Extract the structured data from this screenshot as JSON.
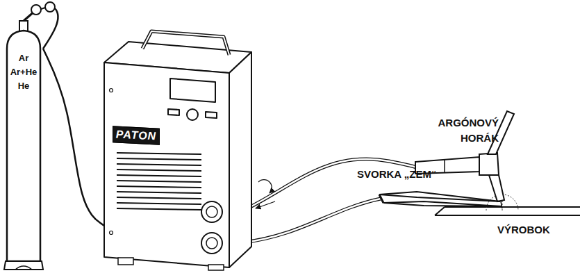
{
  "diagram": {
    "nodes": [
      {
        "text": [
          "Ar",
          "Ar+He",
          "He"
        ]
      },
      {
        "text": [
          "PATON"
        ]
      }
    ],
    "edges": [
      {
        "from": 0,
        "to": 1,
        "arrow": "none"
      }
    ],
    "labels": [
      "ARGÓNOVÝ HORÁK",
      "SVORKA „ZEM“",
      "VÝROBOK"
    ]
  }
}
